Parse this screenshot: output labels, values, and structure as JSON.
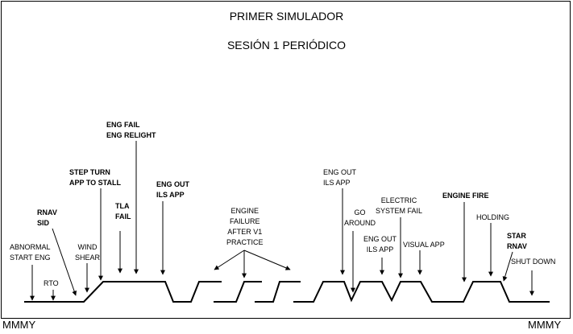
{
  "title": "PRIMER SIMULADOR",
  "subtitle": "SESIÓN 1 PERIÓDICO",
  "corner_left": "MMMY",
  "corner_right": "MMMY",
  "events": [
    {
      "id": "abnormal",
      "text": "ABNORMAL\nSTART ENG",
      "bold": false
    },
    {
      "id": "rto",
      "text": "RTO",
      "bold": false
    },
    {
      "id": "rnav-sid",
      "text": "RNAV\nSID",
      "bold": true
    },
    {
      "id": "wind-shear",
      "text": "WIND\nSHEAR",
      "bold": false
    },
    {
      "id": "step-turn",
      "text": "STEP TURN\nAPP TO STALL",
      "bold": true
    },
    {
      "id": "tla-fail",
      "text": "TLA\nFAIL",
      "bold": true
    },
    {
      "id": "eng-fail",
      "text": "ENG FAIL\nENG RELIGHT",
      "bold": true
    },
    {
      "id": "eng-out-ils-1",
      "text": "ENG OUT\nILS APP",
      "bold": true
    },
    {
      "id": "engine-failure",
      "text": "ENGINE\nFAILURE\nAFTER V1\nPRACTICE",
      "bold": false
    },
    {
      "id": "eng-out-ils-2",
      "text": "ENG OUT\nILS APP",
      "bold": false
    },
    {
      "id": "go-around",
      "text": "GO\nAROUND",
      "bold": false
    },
    {
      "id": "eng-out-ils-3",
      "text": "ENG OUT\nILS APP",
      "bold": false
    },
    {
      "id": "electric",
      "text": "ELECTRIC\nSYSTEM FAIL",
      "bold": false
    },
    {
      "id": "visual-app",
      "text": "VISUAL APP",
      "bold": false
    },
    {
      "id": "engine-fire",
      "text": "ENGINE FIRE",
      "bold": true
    },
    {
      "id": "holding",
      "text": "HOLDING",
      "bold": false
    },
    {
      "id": "star-rnav",
      "text": "STAR\nRNAV",
      "bold": true
    },
    {
      "id": "shut-down",
      "text": "SHUT DOWN",
      "bold": false
    }
  ]
}
